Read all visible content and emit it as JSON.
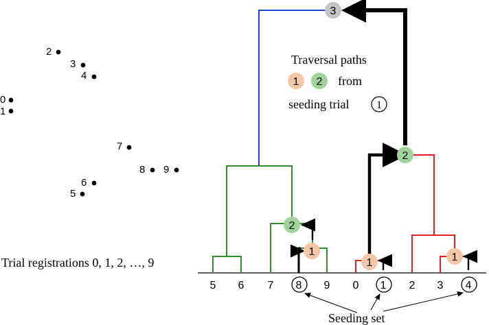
{
  "scatter_points": [
    {
      "label": "0"
    },
    {
      "label": "1"
    },
    {
      "label": "2"
    },
    {
      "label": "3"
    },
    {
      "label": "4"
    },
    {
      "label": "5"
    },
    {
      "label": "6"
    },
    {
      "label": "7"
    },
    {
      "label": "8"
    },
    {
      "label": "9"
    }
  ],
  "left_caption": "Trial registrations 0, 1, 2, …, 9",
  "leaf_labels": [
    "5",
    "6",
    "7",
    "8",
    "9",
    "0",
    "1",
    "2",
    "3",
    "4"
  ],
  "seeded_leaves": [
    "8",
    "1",
    "4"
  ],
  "legend": {
    "title": "Traversal paths",
    "badge_1": "1",
    "badge_2": "2",
    "from": "from",
    "seeding_trial": "seeding trial",
    "seeding_badge": "1"
  },
  "node_badges": {
    "root": "3",
    "right_upper": "2",
    "middle_left": "2",
    "leaf_89": "1",
    "leaf_01": "1",
    "leaf_34": "1"
  },
  "seeding_set_label": "Seeding set",
  "colors": {
    "green_cluster": "#2e8b2e",
    "red_cluster": "#e02020",
    "blue_link": "#1f3fcf",
    "badge_salmon": "#f6c6a6",
    "badge_green": "#9fd39a",
    "badge_gray": "#c4c4c4",
    "path": "#000000"
  }
}
